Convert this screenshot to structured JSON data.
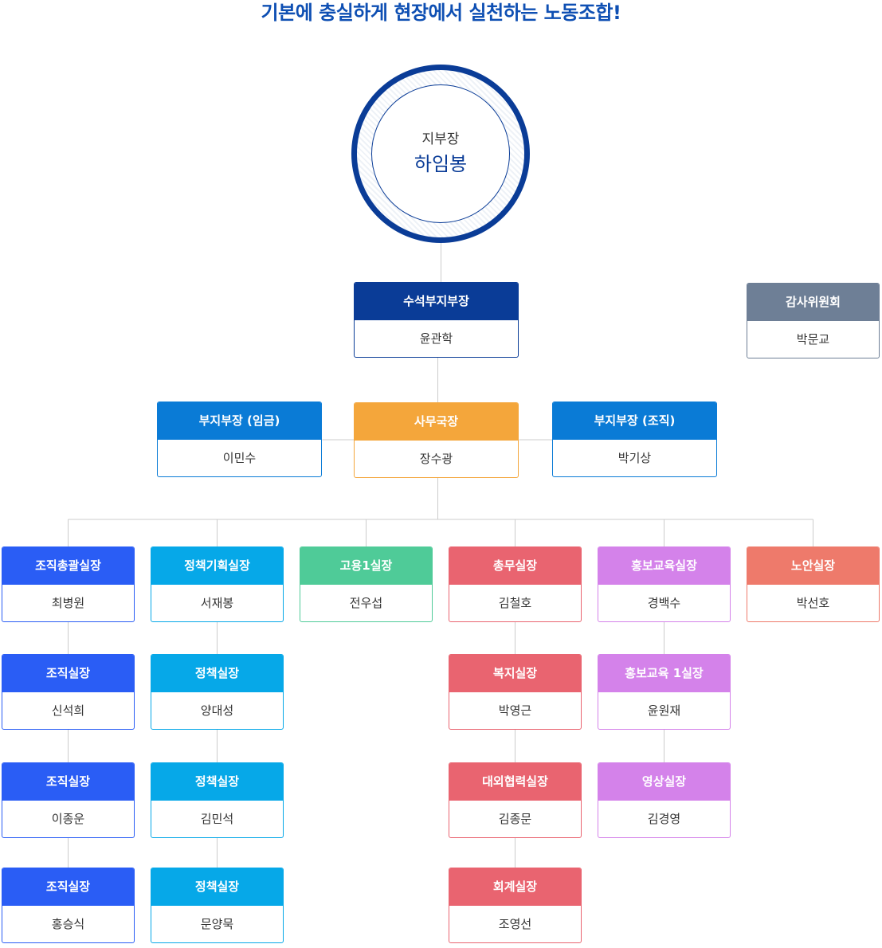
{
  "title": "기본에 충실하게 현장에서 실천하는 노동조합!",
  "head": {
    "role": "지부장",
    "name": "하임봉",
    "color": "#0a3c97"
  },
  "colors": {
    "navy": "#0a3c97",
    "slate": "#6e7f96",
    "blue": "#0a7bd6",
    "orange": "#f4a63b",
    "royal": "#2a5df5",
    "cyan": "#06a8e8",
    "green": "#4fcb98",
    "red": "#e96470",
    "violet": "#d482ea",
    "coral": "#ee7a6b",
    "line": "#cccccc"
  },
  "chart_data": {
    "type": "org-chart",
    "root": {
      "role": "지부장",
      "name": "하임봉"
    },
    "nodes": [
      {
        "id": "senior-vice",
        "role": "수석부지부장",
        "name": "윤관학",
        "color": "navy"
      },
      {
        "id": "audit",
        "role": "감사위원회",
        "name": "박문교",
        "color": "slate"
      },
      {
        "id": "vice-wage",
        "role": "부지부장 (임금)",
        "name": "이민수",
        "color": "blue"
      },
      {
        "id": "secretary",
        "role": "사무국장",
        "name": "장수광",
        "color": "orange"
      },
      {
        "id": "vice-org",
        "role": "부지부장 (조직)",
        "name": "박기상",
        "color": "blue"
      },
      {
        "id": "org-general",
        "role": "조직총괄실장",
        "name": "최병원",
        "color": "royal"
      },
      {
        "id": "policy-plan",
        "role": "정책기획실장",
        "name": "서재봉",
        "color": "cyan"
      },
      {
        "id": "employment",
        "role": "고용1실장",
        "name": "전우섭",
        "color": "green"
      },
      {
        "id": "general-affairs",
        "role": "총무실장",
        "name": "김철호",
        "color": "red"
      },
      {
        "id": "pr-edu",
        "role": "홍보교육실장",
        "name": "경백수",
        "color": "violet"
      },
      {
        "id": "labor-safety",
        "role": "노안실장",
        "name": "박선호",
        "color": "coral"
      },
      {
        "id": "org-1",
        "role": "조직실장",
        "name": "신석희",
        "color": "royal"
      },
      {
        "id": "org-2",
        "role": "조직실장",
        "name": "이종운",
        "color": "royal"
      },
      {
        "id": "org-3",
        "role": "조직실장",
        "name": "홍승식",
        "color": "royal"
      },
      {
        "id": "policy-1",
        "role": "정책실장",
        "name": "양대성",
        "color": "cyan"
      },
      {
        "id": "policy-2",
        "role": "정책실장",
        "name": "김민석",
        "color": "cyan"
      },
      {
        "id": "policy-3",
        "role": "정책실장",
        "name": "문양묵",
        "color": "cyan"
      },
      {
        "id": "welfare",
        "role": "복지실장",
        "name": "박영근",
        "color": "red"
      },
      {
        "id": "external",
        "role": "대외협력실장",
        "name": "김종문",
        "color": "red"
      },
      {
        "id": "accounting",
        "role": "회계실장",
        "name": "조영선",
        "color": "red"
      },
      {
        "id": "pr-edu-1",
        "role": "홍보교육 1실장",
        "name": "윤원재",
        "color": "violet"
      },
      {
        "id": "video",
        "role": "영상실장",
        "name": "김경영",
        "color": "violet"
      }
    ],
    "edges": [
      [
        "root",
        "senior-vice"
      ],
      [
        "senior-vice",
        "secretary"
      ],
      [
        "secretary",
        "vice-wage"
      ],
      [
        "secretary",
        "vice-org"
      ],
      [
        "secretary",
        "org-general"
      ],
      [
        "secretary",
        "policy-plan"
      ],
      [
        "secretary",
        "employment"
      ],
      [
        "secretary",
        "general-affairs"
      ],
      [
        "secretary",
        "pr-edu"
      ],
      [
        "secretary",
        "labor-safety"
      ],
      [
        "org-general",
        "org-1"
      ],
      [
        "org-1",
        "org-2"
      ],
      [
        "org-2",
        "org-3"
      ],
      [
        "policy-plan",
        "policy-1"
      ],
      [
        "policy-1",
        "policy-2"
      ],
      [
        "policy-2",
        "policy-3"
      ],
      [
        "general-affairs",
        "welfare"
      ],
      [
        "welfare",
        "external"
      ],
      [
        "external",
        "accounting"
      ],
      [
        "pr-edu",
        "pr-edu-1"
      ],
      [
        "pr-edu-1",
        "video"
      ]
    ]
  }
}
